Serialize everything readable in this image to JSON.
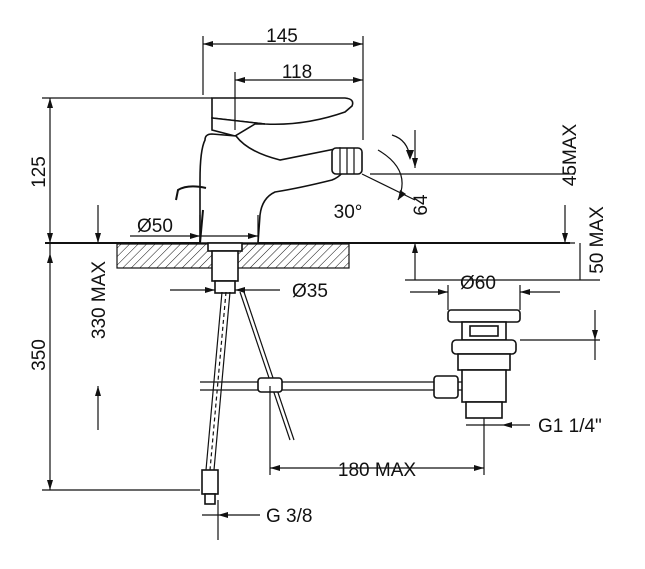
{
  "drawing": {
    "dimensions": {
      "d145": "145",
      "d118": "118",
      "d125": "125",
      "d45max": "45MAX",
      "d30": "30°",
      "d64": "64",
      "d50": "Ø50",
      "d350": "350",
      "d330max": "330 MAX",
      "d35": "Ø35",
      "d60": "Ø60",
      "d50max": "50 MAX",
      "d180max": "180 MAX",
      "g114": "G1 1/4\"",
      "g38": "G 3/8"
    },
    "colors": {
      "ink": "#111111",
      "background": "#ffffff"
    }
  }
}
